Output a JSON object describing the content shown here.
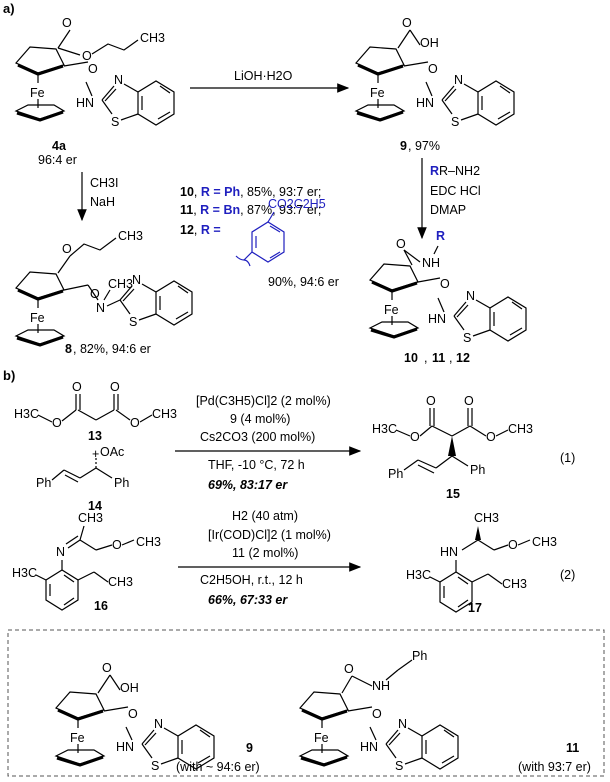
{
  "panel_labels": {
    "a": "a)",
    "b": "b)"
  },
  "compound_labels": {
    "c4a": "4a",
    "c4a_er": "96:4 er",
    "c9": "9",
    "c9_yield": ", 97%",
    "c8": "8",
    "c8_yield": ", 82%, 94:6 er",
    "c10_11_12": [
      "10",
      "11",
      "12"
    ],
    "c13": "13",
    "c14": "14",
    "c15": "15",
    "c16": "16",
    "c17": "17",
    "box9": "9",
    "box9_er": "(with ~ 94:6 er)",
    "box11": "11",
    "box11_er": "(with 93:7 er)"
  },
  "atoms": {
    "Fe": "Fe",
    "N": "N",
    "S": "S",
    "HN": "HN",
    "H": "H",
    "CH3": "CH3",
    "OH": "OH",
    "O": "O",
    "OAc": "OAc",
    "Ph": "Ph",
    "NH": "NH",
    "H3C": "H3C"
  },
  "reagents": {
    "lioh": "LiOH·H2O",
    "ch3i": "CH3I",
    "nah": "NaH",
    "r_nh2": "R–NH2",
    "edc": "EDC HCl",
    "dmap": "DMAP"
  },
  "r_groups": [
    {
      "num": "10",
      "r": "R = Ph",
      "result": ", 85%, 93:7 er;"
    },
    {
      "num": "11",
      "r": "R = Bn",
      "result": ", 87%, 93:7 er;"
    },
    {
      "num": "12",
      "r": "R =",
      "result": "90%, 94:6 er",
      "ester": "CO2C2H5"
    }
  ],
  "reaction1": {
    "conditions": [
      "[Pd(C3H5)Cl]2 (2 mol%)",
      "9 (4 mol%)",
      "Cs2CO3 (200 mol%)",
      "THF, -10 °C, 72 h"
    ],
    "result": "69%, 83:17 er",
    "eq": "(1)"
  },
  "reaction2": {
    "conditions": [
      "H2 (40 atm)",
      "[Ir(COD)Cl]2 (1 mol%)",
      "11 (2 mol%)",
      "C2H5OH, r.t., 12 h"
    ],
    "result": "66%, 67:33 er",
    "eq": "(2)"
  },
  "colors": {
    "accent_blue": "#1f1fbf",
    "ink": "#000000",
    "box_dash": "#555555"
  }
}
